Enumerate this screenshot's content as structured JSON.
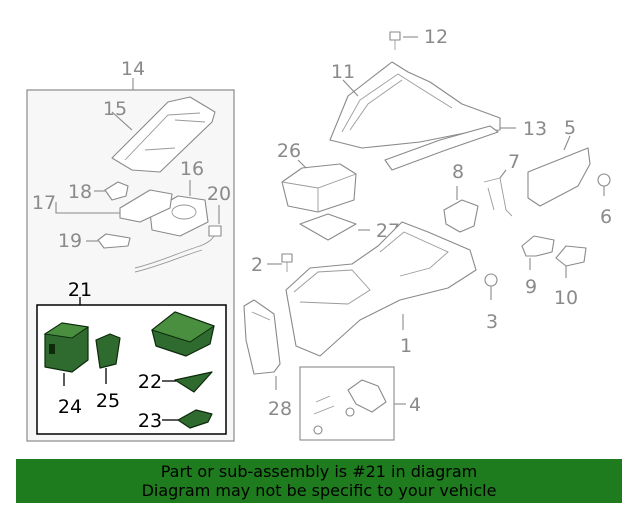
{
  "callouts": {
    "c1": "1",
    "c2": "2",
    "c3": "3",
    "c4": "4",
    "c5": "5",
    "c6": "6",
    "c7": "7",
    "c8": "8",
    "c9": "9",
    "c10": "10",
    "c11": "11",
    "c12": "12",
    "c13": "13",
    "c14": "14",
    "c15": "15",
    "c16": "16",
    "c17": "17",
    "c18": "18",
    "c19": "19",
    "c20": "20",
    "c21": "21",
    "c22": "22",
    "c23": "23",
    "c24": "24",
    "c25": "25",
    "c26": "26",
    "c27": "27",
    "c28": "28"
  },
  "highlighted_part": "21",
  "colors": {
    "highlight": "#2f6b2f",
    "banner": "#1e7b1e",
    "line": "#8a8a8a"
  },
  "banner": {
    "line1": "Part or sub-assembly is #21 in diagram",
    "line2": "Diagram may not be specific to your vehicle"
  }
}
